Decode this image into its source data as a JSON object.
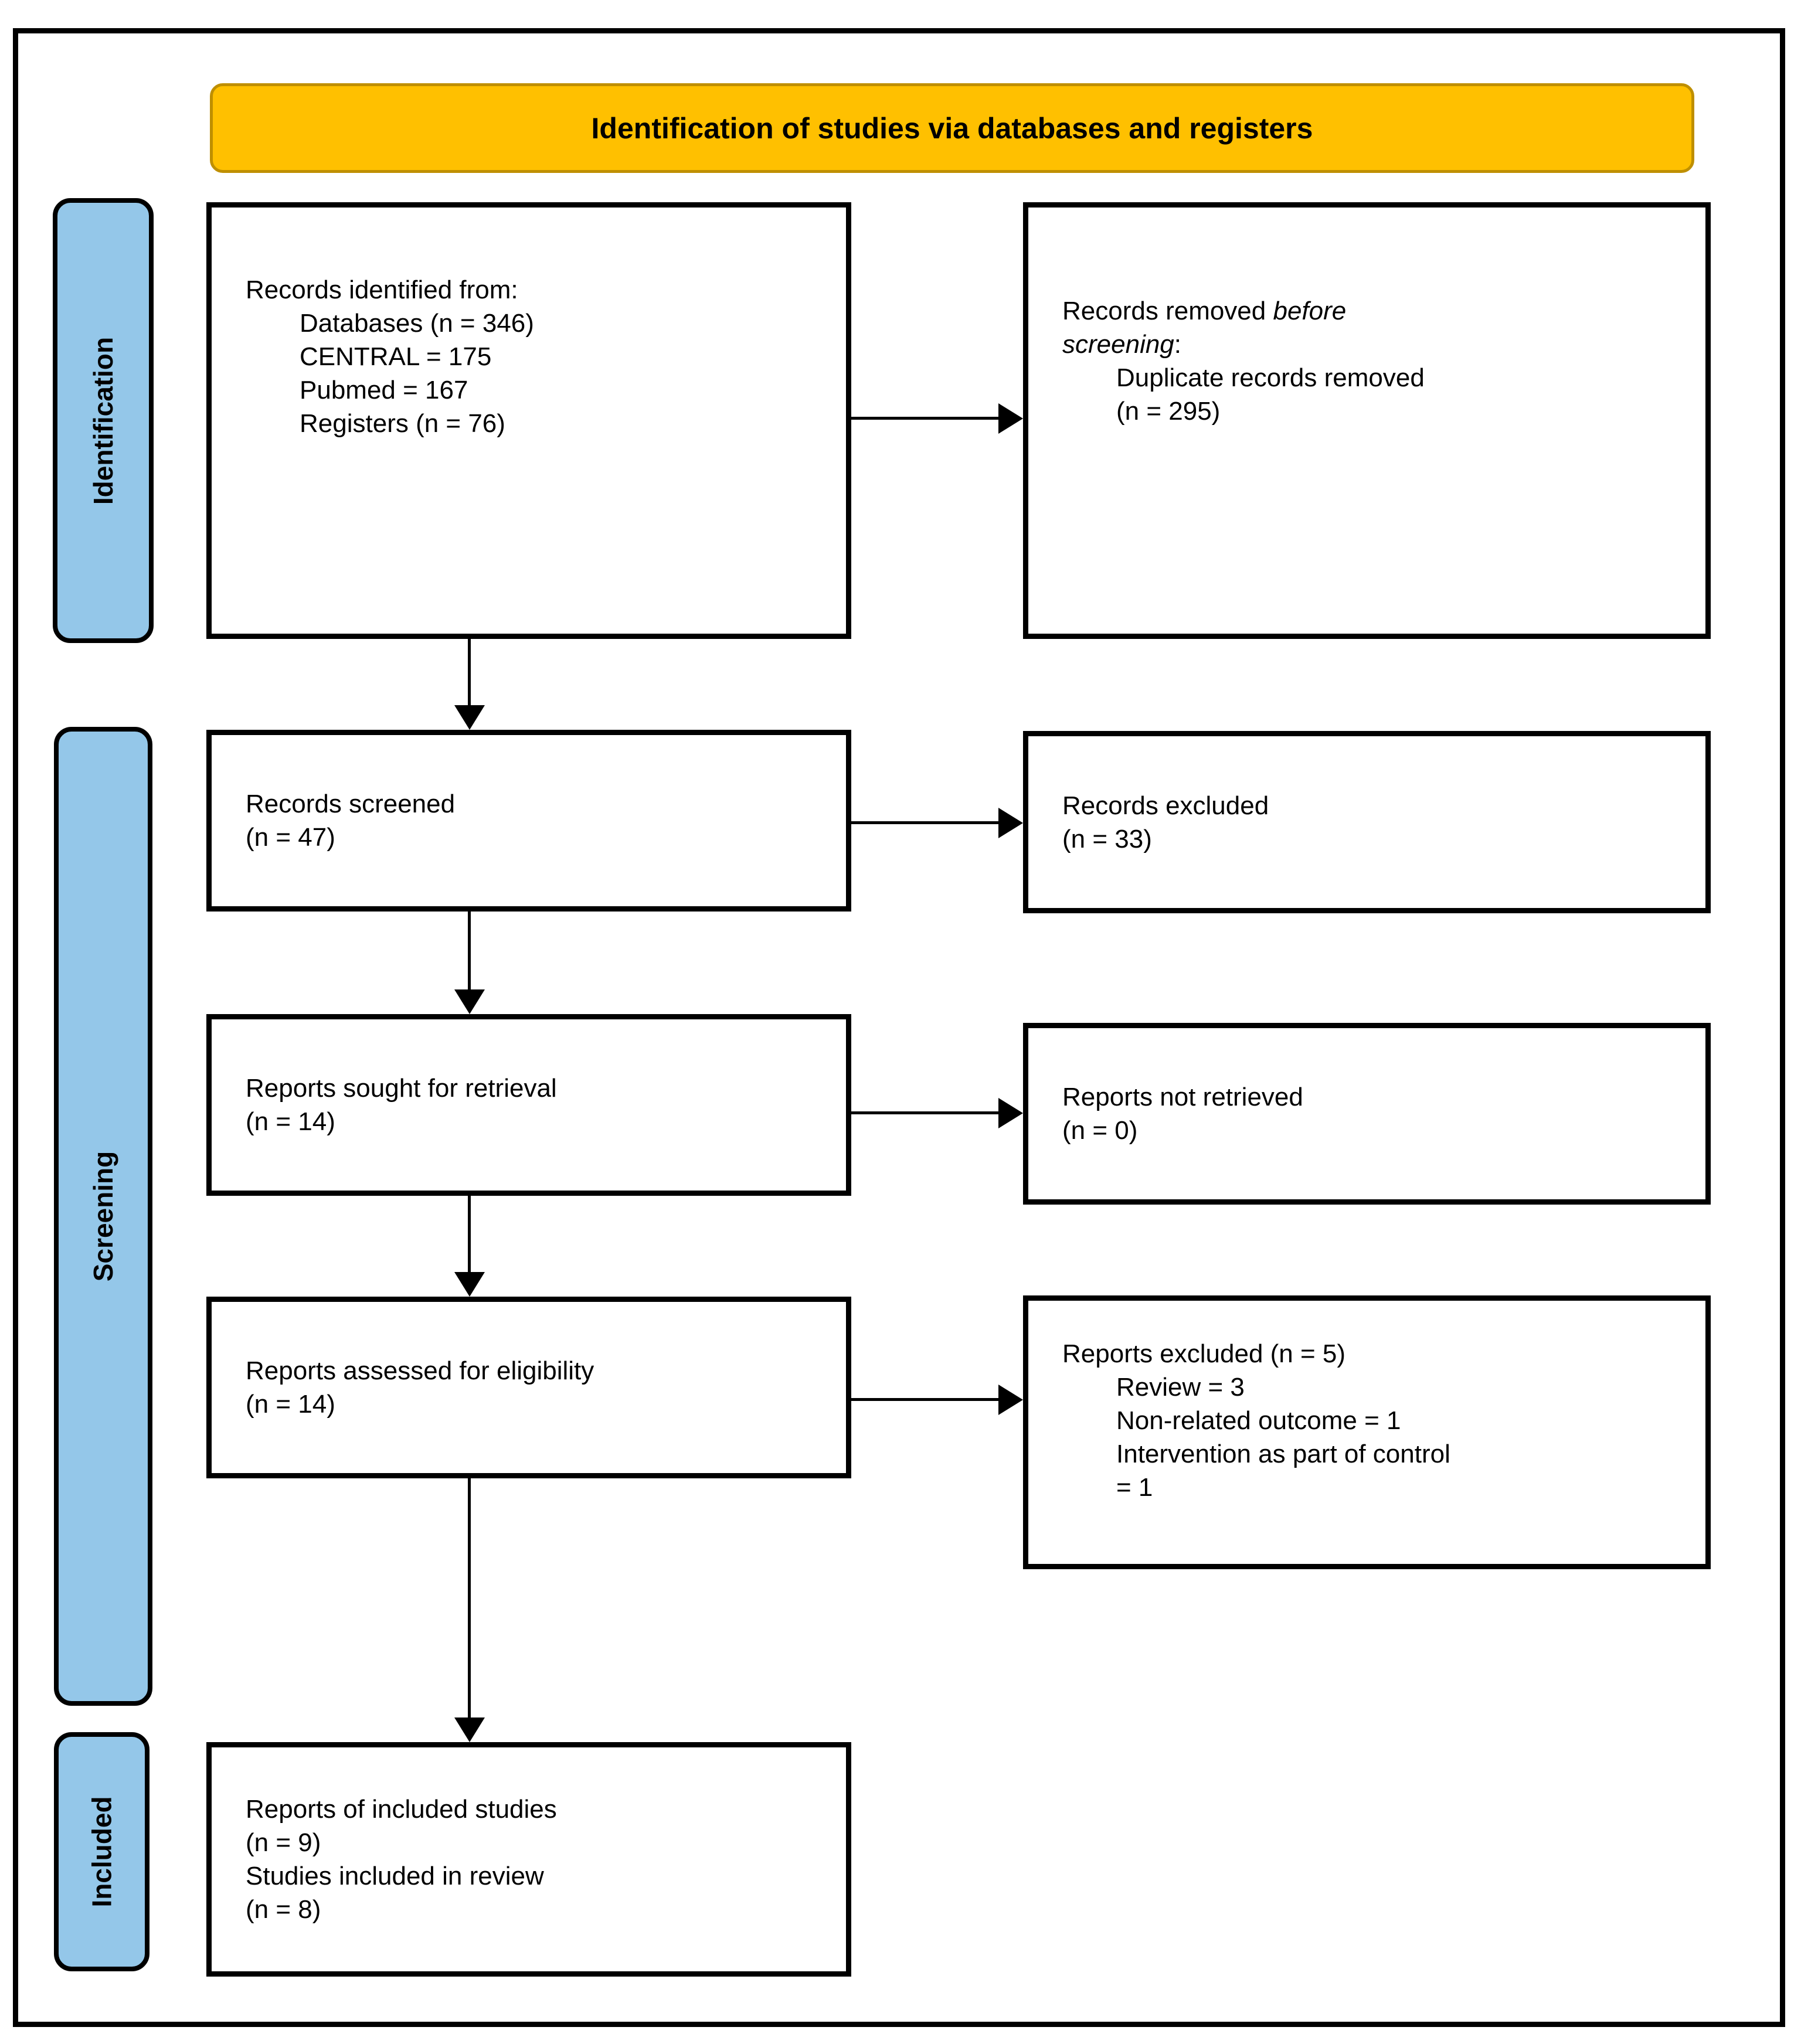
{
  "banner": {
    "title": "Identification of studies via databases and registers"
  },
  "colors": {
    "banner_bg": "#ffc000",
    "banner_border": "#bf8f00",
    "stage_bar_bg": "#94c7e9",
    "line_color": "#000000"
  },
  "stage_labels": {
    "identification": "Identification",
    "screening": "Screening",
    "included": "Included"
  },
  "boxes": {
    "identified": {
      "lines": [
        {
          "t": "Records identified from:"
        },
        {
          "t": "Databases (n = 346)",
          "indent": 1
        },
        {
          "t": "CENTRAL = 175",
          "indent": 1
        },
        {
          "t": "Pubmed = 167",
          "indent": 1
        },
        {
          "t": "Registers (n = 76)",
          "indent": 1
        }
      ]
    },
    "removed": {
      "lines": [
        {
          "parts": [
            {
              "t": "Records removed "
            },
            {
              "t": "before",
              "italic": true
            }
          ]
        },
        {
          "parts": [
            {
              "t": "screening",
              "italic": true
            },
            {
              "t": ":"
            }
          ]
        },
        {
          "t": "Duplicate records removed",
          "indent": 1
        },
        {
          "t": "(n = 295)",
          "indent": 1
        }
      ]
    },
    "screened": {
      "lines": [
        {
          "t": "Records screened"
        },
        {
          "t": "(n = 47)"
        }
      ]
    },
    "excluded": {
      "lines": [
        {
          "t": "Records excluded"
        },
        {
          "t": "(n = 33)"
        }
      ]
    },
    "sought": {
      "lines": [
        {
          "t": "Reports sought for retrieval"
        },
        {
          "t": "(n = 14)"
        }
      ]
    },
    "not_retrieved": {
      "lines": [
        {
          "t": "Reports not retrieved"
        },
        {
          "t": "(n = 0)"
        }
      ]
    },
    "assessed": {
      "lines": [
        {
          "t": "Reports assessed for eligibility"
        },
        {
          "t": "(n = 14)"
        }
      ]
    },
    "reports_excluded": {
      "lines": [
        {
          "t": "Reports excluded (n = 5)"
        },
        {
          "t": "Review = 3",
          "indent": 1
        },
        {
          "t": "Non-related outcome = 1",
          "indent": 1
        },
        {
          "t": "Intervention as part of control",
          "indent": 1
        },
        {
          "t": "= 1",
          "indent": 1
        }
      ]
    },
    "included_studies": {
      "lines": [
        {
          "t": "Reports of included studies"
        },
        {
          "t": "(n = 9)"
        },
        {
          "t": "Studies included in review"
        },
        {
          "t": "(n = 8)"
        }
      ]
    }
  }
}
